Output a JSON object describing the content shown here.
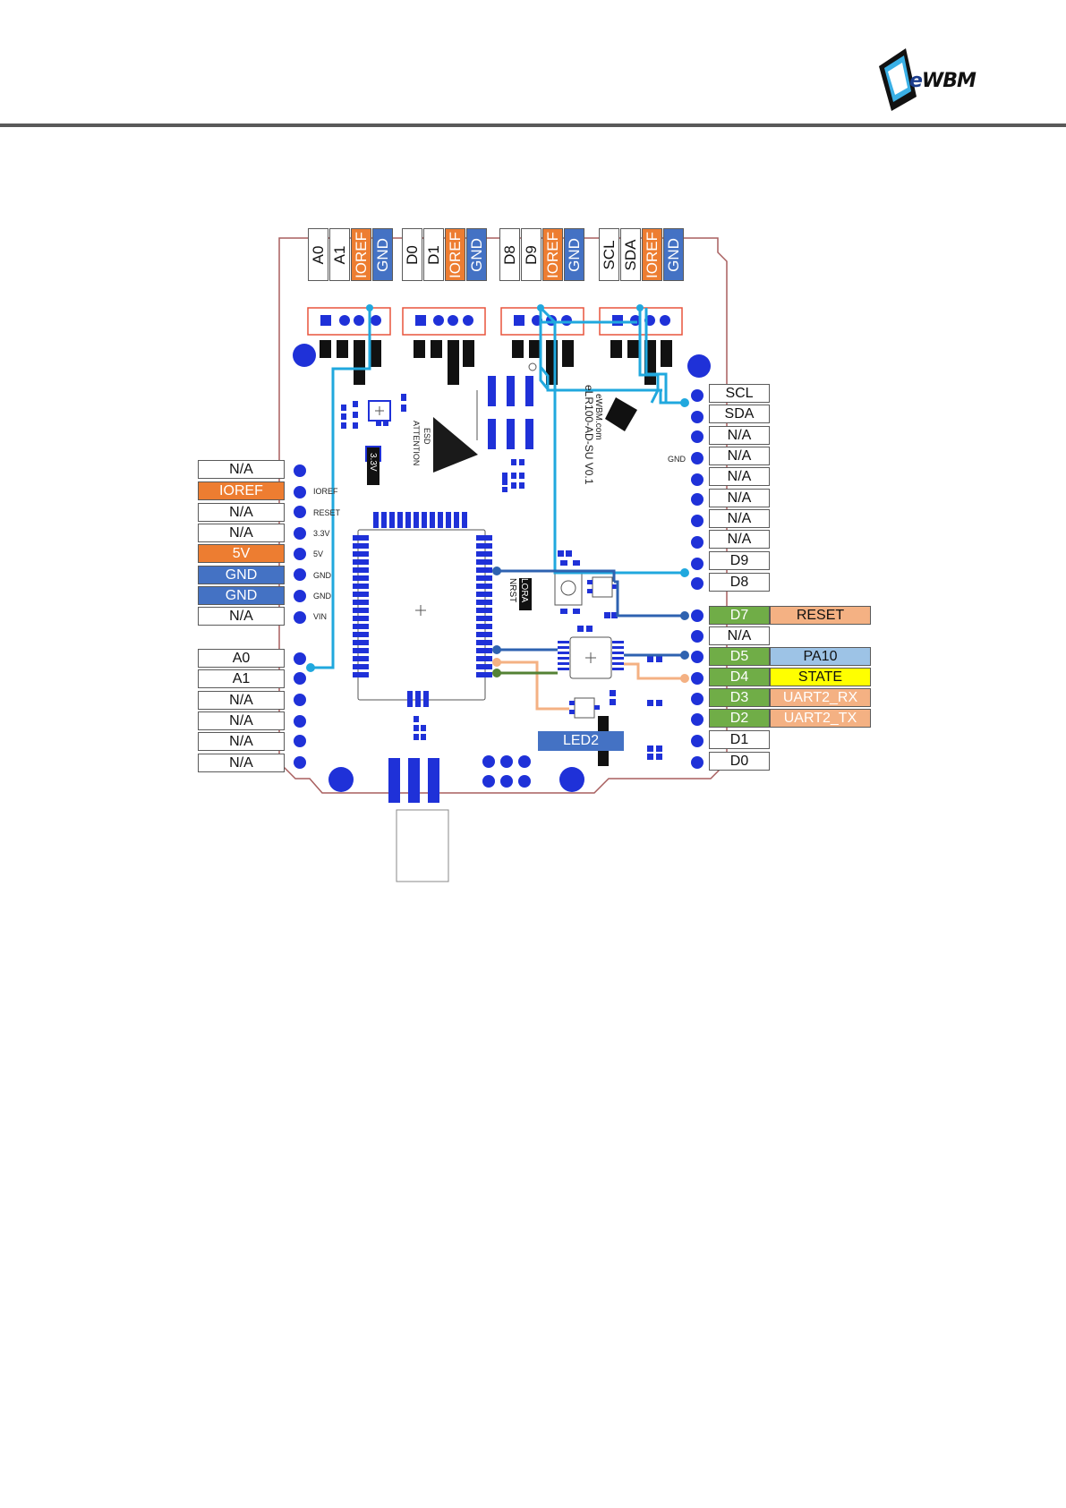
{
  "logo": {
    "text_e": "e",
    "text_rest": "WBM"
  },
  "top_headers": {
    "j3": [
      "A0",
      "A1",
      "IOREF",
      "GND"
    ],
    "j4": [
      "D0",
      "D1",
      "IOREF",
      "GND"
    ],
    "j5": [
      "D8",
      "D9",
      "IOREF",
      "GND"
    ],
    "j6": [
      "SCL",
      "SDA",
      "IOREF",
      "GND"
    ]
  },
  "left_labels": [
    "N/A",
    "IOREF",
    "N/A",
    "N/A",
    "5V",
    "GND",
    "GND",
    "N/A"
  ],
  "left_labels_2": [
    "A0",
    "A1",
    "N/A",
    "N/A",
    "N/A",
    "N/A"
  ],
  "right_labels": [
    "SCL",
    "SDA",
    "N/A",
    "N/A",
    "N/A",
    "N/A",
    "N/A",
    "N/A",
    "D9",
    "D8"
  ],
  "right_labels_2": [
    {
      "pin": "D7",
      "func": "RESET"
    },
    {
      "pin": "N/A",
      "func": ""
    },
    {
      "pin": "D5",
      "func": "PA10"
    },
    {
      "pin": "D4",
      "func": "STATE"
    },
    {
      "pin": "D3",
      "func": "UART2_RX"
    },
    {
      "pin": "D2",
      "func": "UART2_TX"
    },
    {
      "pin": "D1",
      "func": ""
    },
    {
      "pin": "D0",
      "func": ""
    }
  ],
  "silkscreen": {
    "left_pins": [
      "IOREF",
      "RESET",
      "3.3V",
      "5V",
      "GND",
      "GND",
      "VIN"
    ],
    "right_gnd": "GND",
    "board_name": "eWBM.com",
    "board_model": "eLR100-AD-SU V0.1",
    "esd": "ESD",
    "attention": "ATTENTION",
    "v33": "3.3V",
    "lora": "LORA",
    "nrst": "NRST"
  },
  "led2": "LED2",
  "colors": {
    "blue_wire": "#20a8de",
    "dark_blue": "#2e62b0",
    "orange": "#ed7d31",
    "green": "#70ad47",
    "peach": "#f4b183",
    "board_outline": "#a85f5f",
    "pad": "#1f31d8"
  }
}
